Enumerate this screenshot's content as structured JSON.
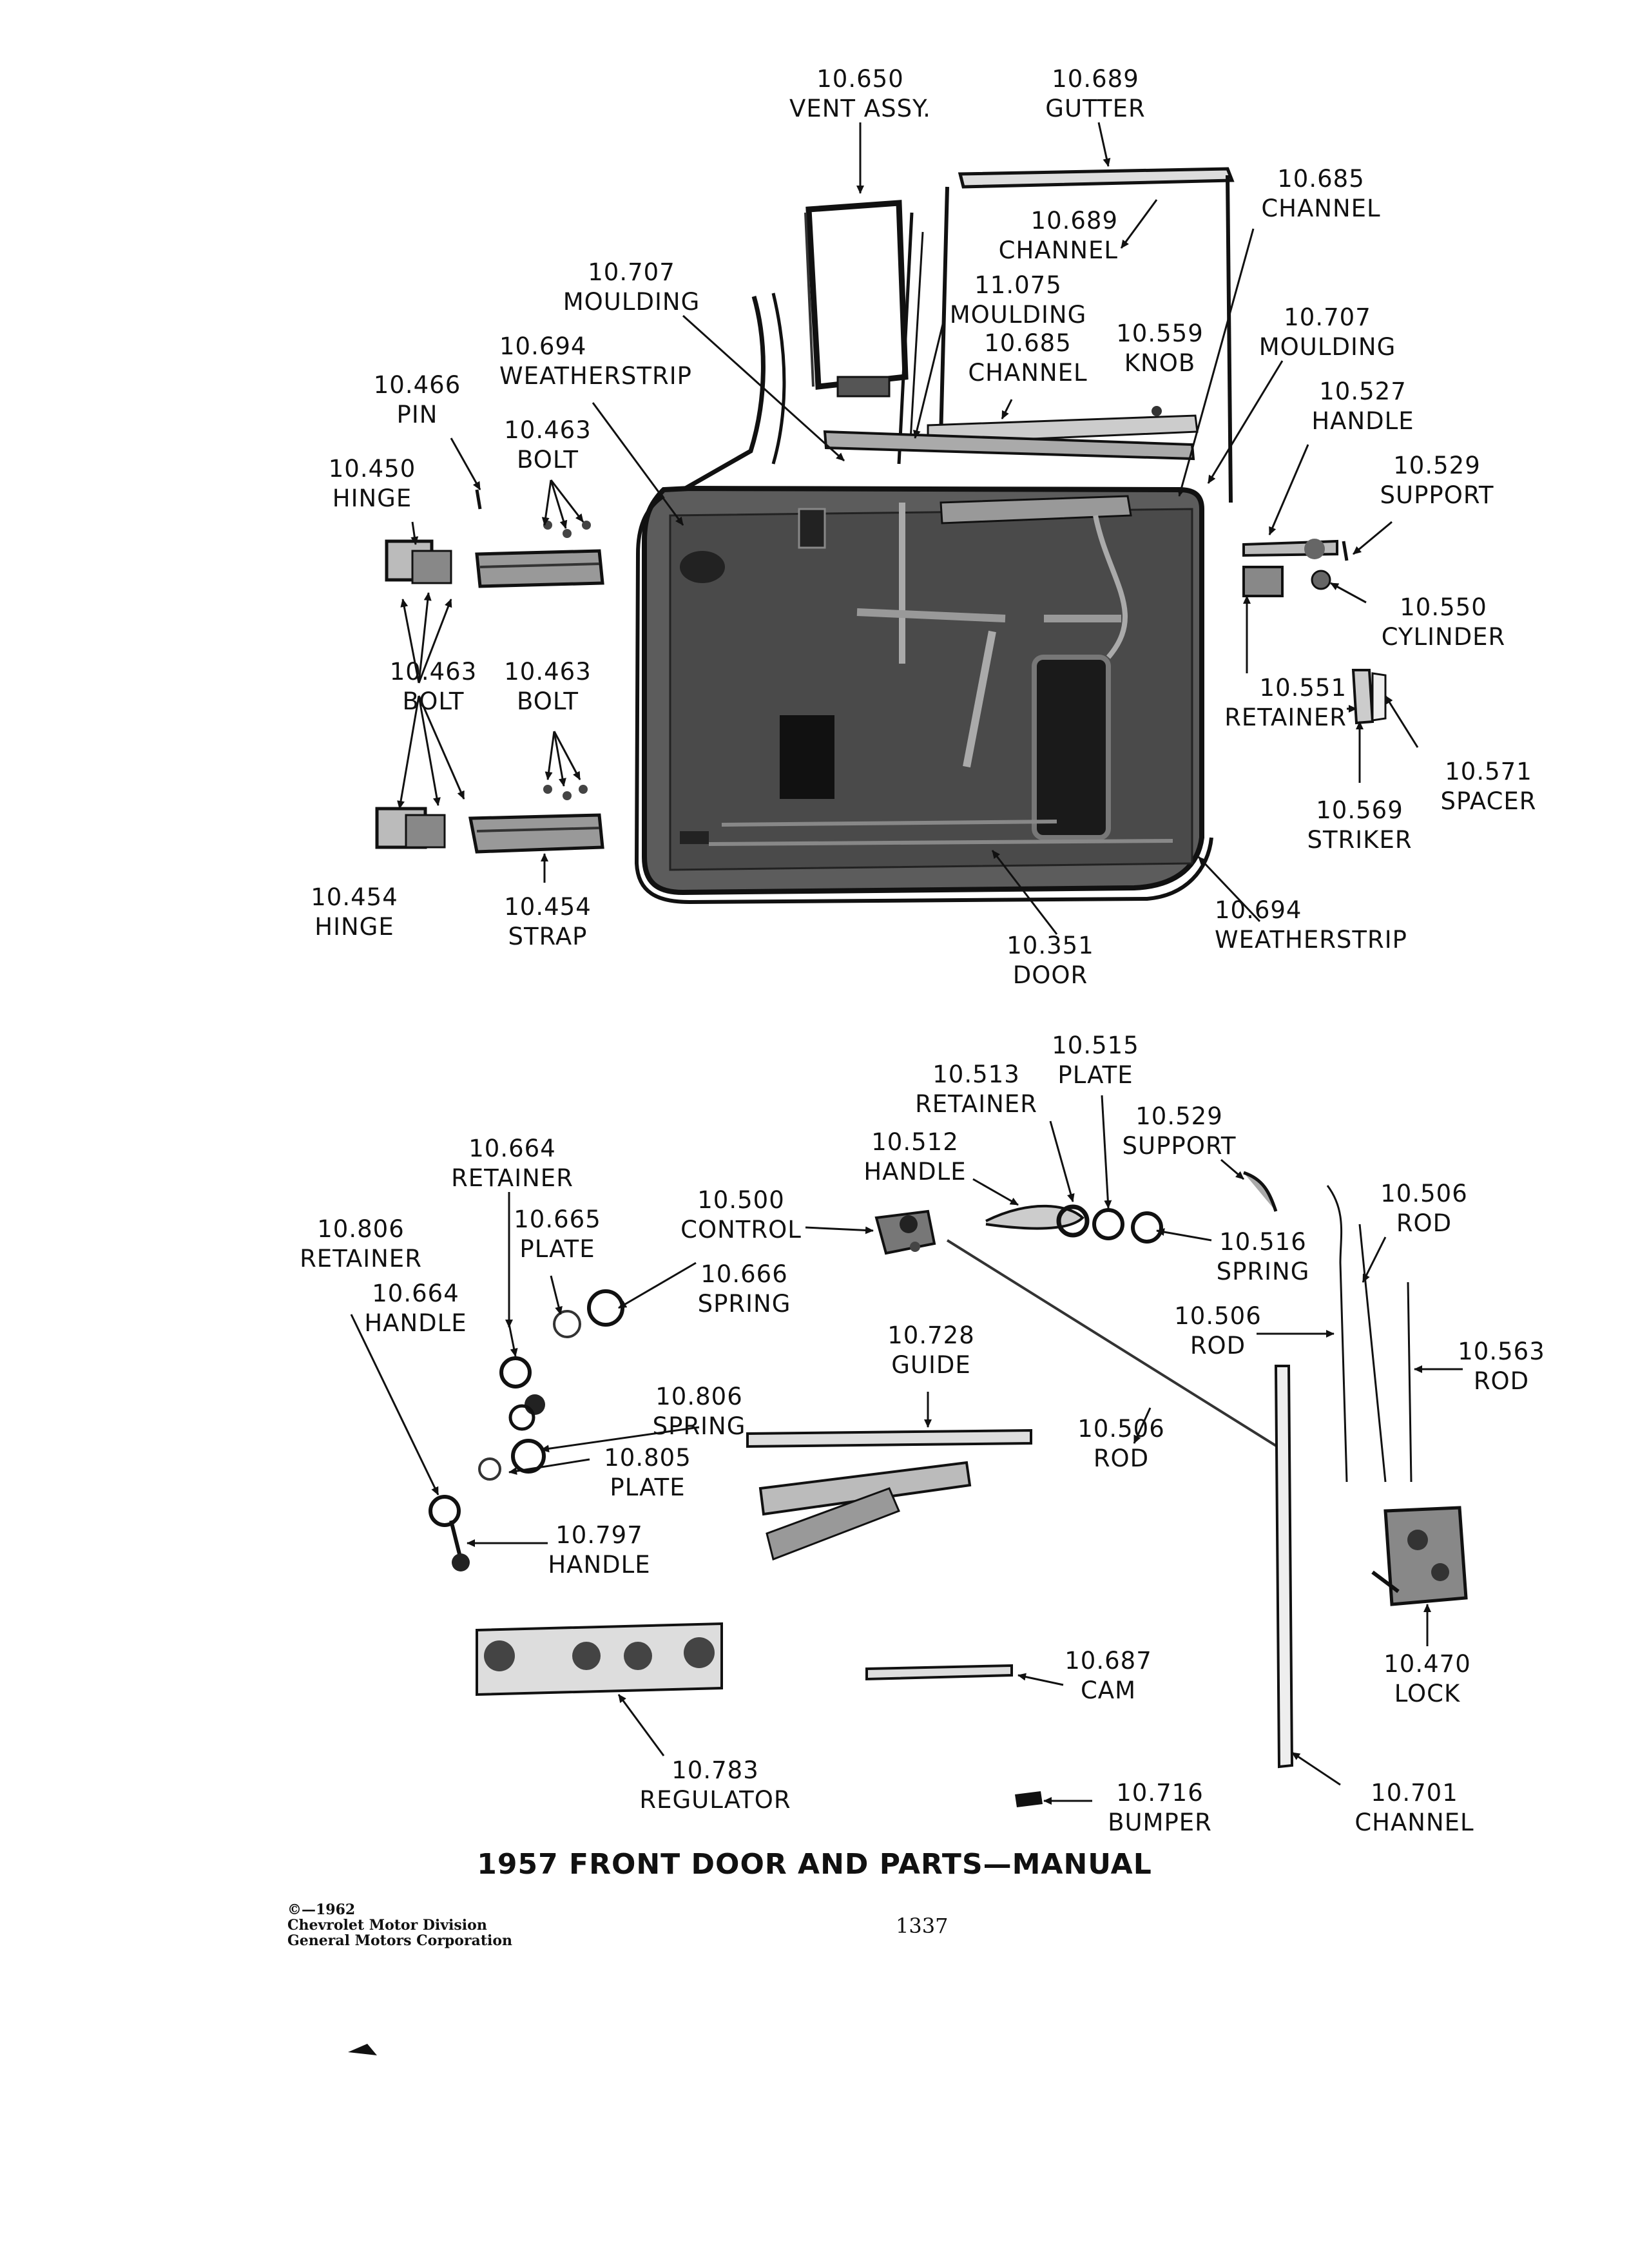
{
  "caption": "1957 FRONT DOOR AND PARTS—MANUAL",
  "copyright": [
    "©—1962",
    "Chevrolet Motor Division",
    "General Motors Corporation"
  ],
  "page_number": "1337",
  "labels": [
    {
      "id": "vent-assy",
      "num": "10.650",
      "name": "VENT ASSY."
    },
    {
      "id": "gutter",
      "num": "10.689",
      "name": "GUTTER"
    },
    {
      "id": "channel-685-top",
      "num": "10.685",
      "name": "CHANNEL"
    },
    {
      "id": "channel-689",
      "num": "10.689",
      "name": "CHANNEL"
    },
    {
      "id": "moulding-707-left",
      "num": "10.707",
      "name": "MOULDING"
    },
    {
      "id": "moulding-075",
      "num": "11.075",
      "name": "MOULDING"
    },
    {
      "id": "channel-685-mid",
      "num": "10.685",
      "name": "CHANNEL"
    },
    {
      "id": "knob-559",
      "num": "10.559",
      "name": "KNOB"
    },
    {
      "id": "moulding-707-right",
      "num": "10.707",
      "name": "MOULDING"
    },
    {
      "id": "weatherstrip-694-top",
      "num": "10.694",
      "name": "WEATHERSTRIP"
    },
    {
      "id": "pin-466",
      "num": "10.466",
      "name": "PIN"
    },
    {
      "id": "bolt-463-a",
      "num": "10.463",
      "name": "BOLT"
    },
    {
      "id": "hinge-450",
      "num": "10.450",
      "name": "HINGE"
    },
    {
      "id": "handle-527",
      "num": "10.527",
      "name": "HANDLE"
    },
    {
      "id": "support-529-top",
      "num": "10.529",
      "name": "SUPPORT"
    },
    {
      "id": "cylinder-550",
      "num": "10.550",
      "name": "CYLINDER"
    },
    {
      "id": "bolt-463-b",
      "num": "10.463",
      "name": "BOLT"
    },
    {
      "id": "bolt-463-c",
      "num": "10.463",
      "name": "BOLT"
    },
    {
      "id": "retainer-551",
      "num": "10.551",
      "name": "RETAINER"
    },
    {
      "id": "spacer-571",
      "num": "10.571",
      "name": "SPACER"
    },
    {
      "id": "striker-569",
      "num": "10.569",
      "name": "STRIKER"
    },
    {
      "id": "hinge-454",
      "num": "10.454",
      "name": "HINGE"
    },
    {
      "id": "strap-454",
      "num": "10.454",
      "name": "STRAP"
    },
    {
      "id": "weatherstrip-694-bottom",
      "num": "10.694",
      "name": "WEATHERSTRIP"
    },
    {
      "id": "door-351",
      "num": "10.351",
      "name": "DOOR"
    },
    {
      "id": "plate-515",
      "num": "10.515",
      "name": "PLATE"
    },
    {
      "id": "retainer-513",
      "num": "10.513",
      "name": "RETAINER"
    },
    {
      "id": "support-529-bottom",
      "num": "10.529",
      "name": "SUPPORT"
    },
    {
      "id": "retainer-664",
      "num": "10.664",
      "name": "RETAINER"
    },
    {
      "id": "handle-512",
      "num": "10.512",
      "name": "HANDLE"
    },
    {
      "id": "rod-506-a",
      "num": "10.506",
      "name": "ROD"
    },
    {
      "id": "control-500",
      "num": "10.500",
      "name": "CONTROL"
    },
    {
      "id": "spring-516",
      "num": "10.516",
      "name": "SPRING"
    },
    {
      "id": "retainer-806",
      "num": "10.806",
      "name": "RETAINER"
    },
    {
      "id": "plate-665",
      "num": "10.665",
      "name": "PLATE"
    },
    {
      "id": "spring-666",
      "num": "10.666",
      "name": "SPRING"
    },
    {
      "id": "handle-664",
      "num": "10.664",
      "name": "HANDLE"
    },
    {
      "id": "rod-506-b",
      "num": "10.506",
      "name": "ROD"
    },
    {
      "id": "guide-728",
      "num": "10.728",
      "name": "GUIDE"
    },
    {
      "id": "rod-563",
      "num": "10.563",
      "name": "ROD"
    },
    {
      "id": "spring-806",
      "num": "10.806",
      "name": "SPRING"
    },
    {
      "id": "rod-506-c",
      "num": "10.506",
      "name": "ROD"
    },
    {
      "id": "plate-805",
      "num": "10.805",
      "name": "PLATE"
    },
    {
      "id": "handle-797",
      "num": "10.797",
      "name": "HANDLE"
    },
    {
      "id": "lock-470",
      "num": "10.470",
      "name": "LOCK"
    },
    {
      "id": "cam-687",
      "num": "10.687",
      "name": "CAM"
    },
    {
      "id": "regulator-783",
      "num": "10.783",
      "name": "REGULATOR"
    },
    {
      "id": "bumper-716",
      "num": "10.716",
      "name": "BUMPER"
    },
    {
      "id": "channel-701",
      "num": "10.701",
      "name": "CHANNEL"
    }
  ]
}
